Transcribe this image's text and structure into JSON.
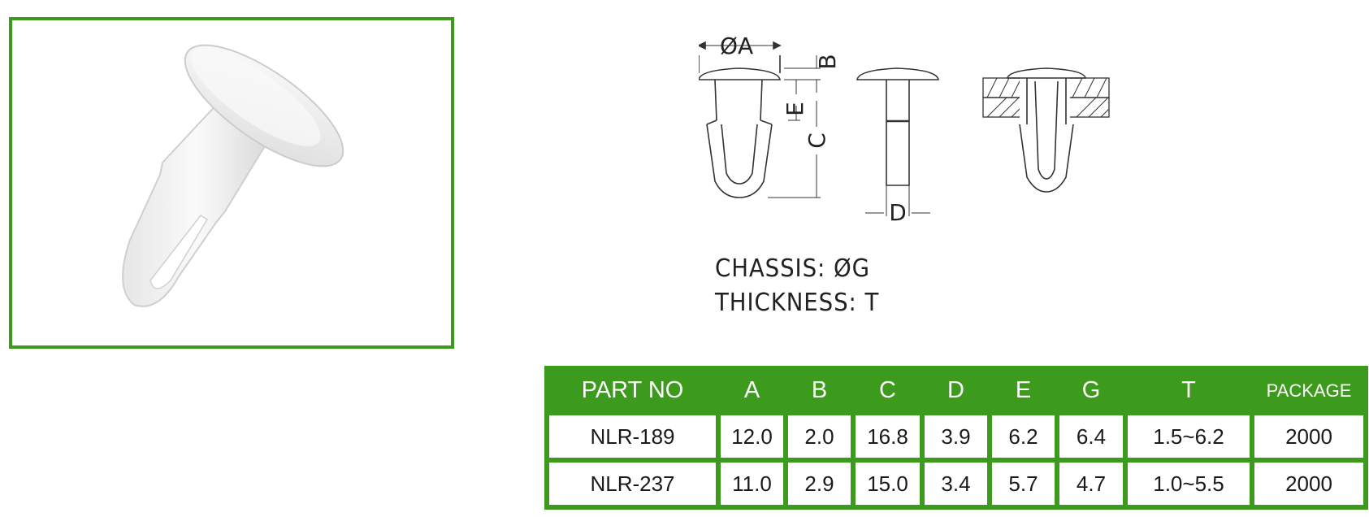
{
  "photo": {
    "alt": "white nylon rivet"
  },
  "drawing": {
    "labels": {
      "a": "ØA",
      "b": "B",
      "c": "C",
      "d": "D",
      "e": "E"
    }
  },
  "notes": {
    "chassis": "CHASSIS: ØG",
    "thickness": "THICKNESS: T"
  },
  "table": {
    "headers": [
      "PART NO",
      "A",
      "B",
      "C",
      "D",
      "E",
      "G",
      "T",
      "PACKAGE"
    ],
    "rows": [
      [
        "NLR-189",
        "12.0",
        "2.0",
        "16.8",
        "3.9",
        "6.2",
        "6.4",
        "1.5~6.2",
        "2000"
      ],
      [
        "NLR-237",
        "11.0",
        "2.9",
        "15.0",
        "3.4",
        "5.7",
        "4.7",
        "1.0~5.5",
        "2000"
      ]
    ]
  },
  "colors": {
    "accent": "#3c9a1c",
    "line": "#333333"
  }
}
